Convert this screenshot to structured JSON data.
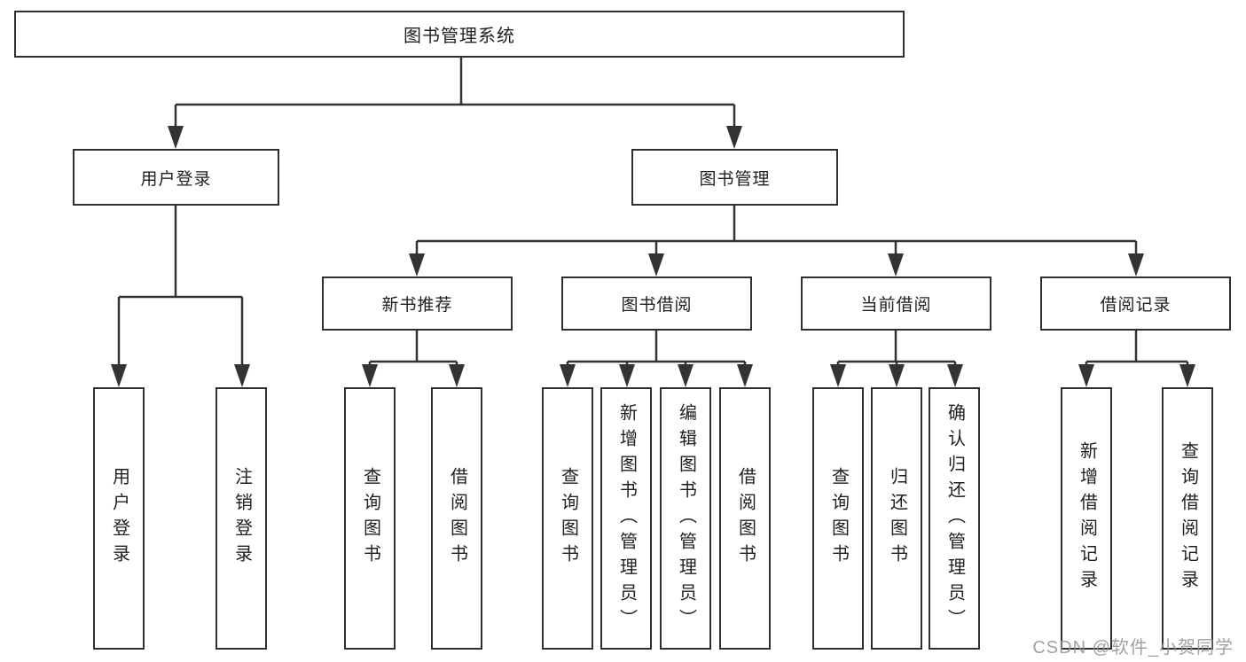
{
  "diagram": {
    "root": {
      "label": "图书管理系统"
    },
    "level2": [
      {
        "label": "用户登录"
      },
      {
        "label": "图书管理"
      }
    ],
    "level3": [
      {
        "label": "新书推荐"
      },
      {
        "label": "图书借阅"
      },
      {
        "label": "当前借阅"
      },
      {
        "label": "借阅记录"
      }
    ],
    "leaves": {
      "user_login": [
        "用户登录",
        "注销登录"
      ],
      "new_books": [
        "查询图书",
        "借阅图书"
      ],
      "borrow": [
        "查询图书",
        "新增图书（管理员）",
        "编辑图书（管理员）",
        "借阅图书"
      ],
      "current": [
        "查询图书",
        "归还图书",
        "确认归还（管理员）"
      ],
      "records": [
        "新增借阅记录",
        "查询借阅记录"
      ]
    }
  },
  "colors": {
    "line": "#333333",
    "box_border": "#2e2e2e",
    "text": "#1f1f1f",
    "background": "#ffffff",
    "watermark": "#919191"
  },
  "watermark": {
    "text": "CSDN @软件_小贺同学"
  }
}
